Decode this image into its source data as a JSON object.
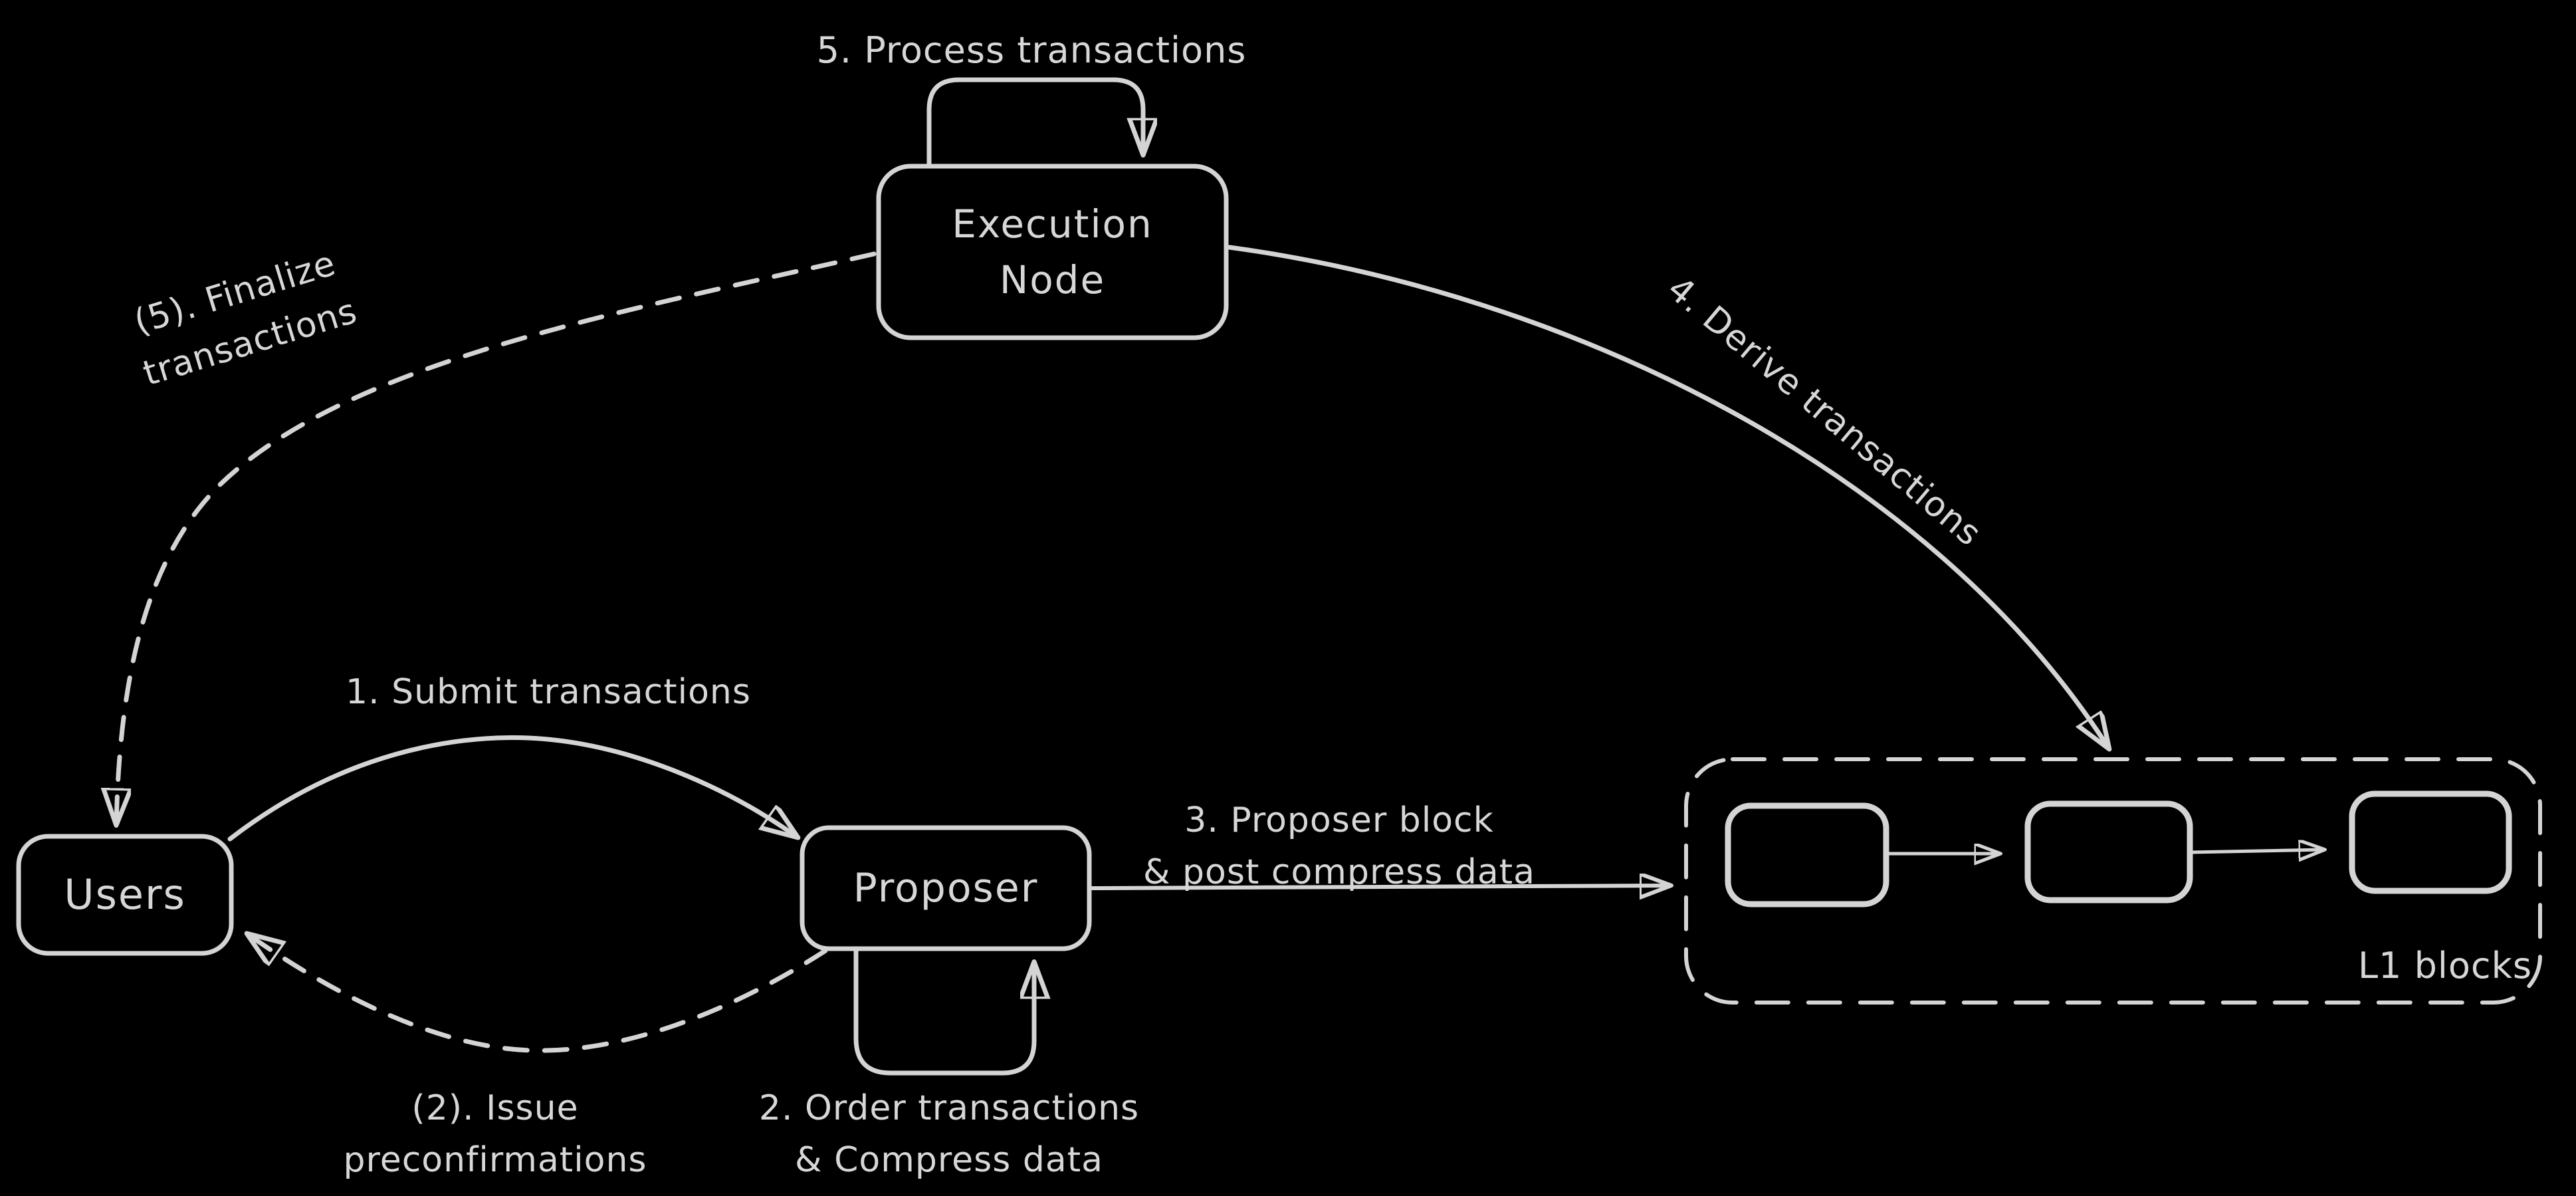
{
  "diagram": {
    "background": "#000000",
    "stroke_color": "#d4d4d4",
    "text_color": "#d7d7d7",
    "nodes": {
      "execution_node": {
        "label": "Execution\nNode"
      },
      "users": {
        "label": "Users"
      },
      "proposer": {
        "label": "Proposer"
      },
      "l1": {
        "label": "L1 blocks",
        "block_count": 3
      }
    },
    "edges": {
      "process": {
        "label": "5. Process transactions",
        "from": "execution_node",
        "to": "execution_node",
        "style": "solid"
      },
      "finalize": {
        "label": "(5). Finalize\ntransactions",
        "from": "execution_node",
        "to": "users",
        "style": "dashed"
      },
      "derive": {
        "label": "4. Derive transactions",
        "from": "execution_node",
        "to": "l1",
        "style": "solid"
      },
      "submit": {
        "label": "1. Submit transactions",
        "from": "users",
        "to": "proposer",
        "style": "solid"
      },
      "preconfirm": {
        "label": "(2). Issue\npreconfirmations",
        "from": "proposer",
        "to": "users",
        "style": "dashed"
      },
      "order": {
        "label": "2. Order transactions\n& Compress data",
        "from": "proposer",
        "to": "proposer",
        "style": "solid"
      },
      "propose_block": {
        "label": "3. Proposer block\n& post compress data",
        "from": "proposer",
        "to": "l1",
        "style": "solid"
      }
    }
  }
}
